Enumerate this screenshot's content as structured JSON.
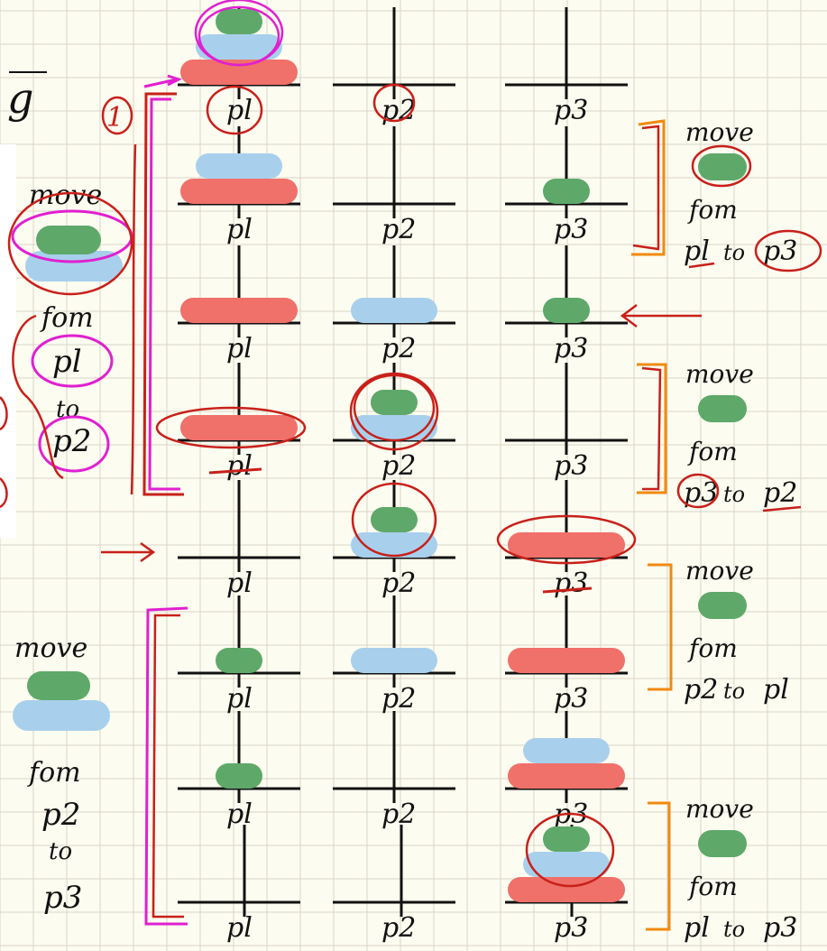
{
  "colors": {
    "paper": "#fdfcf0",
    "grid": "#d9d5c8",
    "ink": "#111111",
    "green": "#5ea86a",
    "blue": "#a8d0ec",
    "red": "#f0706a",
    "pen_red": "#c8201a",
    "pen_magenta": "#e020d0",
    "pen_orange": "#f08a10"
  },
  "peg_labels": [
    "pl",
    "p2",
    "p3"
  ],
  "rows": [
    {
      "pegs": [
        [
          "red",
          "blue",
          "green"
        ],
        [],
        []
      ]
    },
    {
      "pegs": [
        [
          "red",
          "blue"
        ],
        [],
        [
          "green"
        ]
      ]
    },
    {
      "pegs": [
        [
          "red"
        ],
        [
          "blue"
        ],
        [
          "green"
        ]
      ]
    },
    {
      "pegs": [
        [
          "red"
        ],
        [
          "blue",
          "green"
        ],
        []
      ]
    },
    {
      "pegs": [
        [],
        [
          "blue",
          "green"
        ],
        [
          "red"
        ]
      ]
    },
    {
      "pegs": [
        [
          "green"
        ],
        [
          "blue"
        ],
        [
          "red"
        ]
      ]
    },
    {
      "pegs": [
        [
          "green"
        ],
        [],
        [
          "red",
          "blue"
        ]
      ]
    },
    {
      "pegs": [
        [],
        [],
        [
          "red",
          "blue",
          "green"
        ]
      ]
    }
  ],
  "notes": {
    "left_top": {
      "move": "move",
      "from": "fom",
      "src": "pl",
      "to": "to",
      "dst": "p2"
    },
    "left_bottom": {
      "move": "move",
      "from": "fom",
      "src": "p2",
      "to": "to",
      "dst": "p3"
    },
    "right": [
      {
        "move": "move",
        "from": "fom",
        "src": "pl",
        "to": "to",
        "dst": "p3"
      },
      {
        "move": "move",
        "from": "fom",
        "src": "p3",
        "to": "to",
        "dst": "p2"
      },
      {
        "move": "move",
        "from": "fom",
        "src": "p2",
        "to": "to",
        "dst": "pl"
      },
      {
        "move": "move",
        "from": "fom",
        "src": "pl",
        "to": "to",
        "dst": "p3"
      }
    ],
    "marker_one": "1",
    "corner_glyph": "g"
  }
}
